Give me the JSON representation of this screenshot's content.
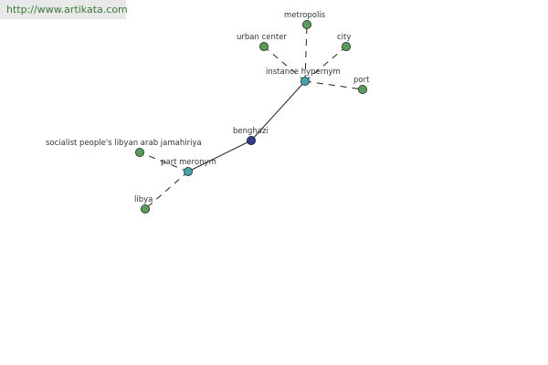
{
  "watermark": {
    "url": "http://www.artikata.com"
  },
  "graph": {
    "colors": {
      "leaf_node": "#5a9a5a",
      "relation_node": "#4aa0a8",
      "center_node": "#343c8c",
      "edge": "#222222"
    },
    "nodes": {
      "center": "benghazi",
      "relation_hypernym": "instance hypernym",
      "relation_meronym": "part meronym",
      "metropolis": "metropolis",
      "urban_center": "urban center",
      "city": "city",
      "port": "port",
      "socialist": "socialist people's libyan arab jamahiriya",
      "libya": "libya"
    }
  }
}
